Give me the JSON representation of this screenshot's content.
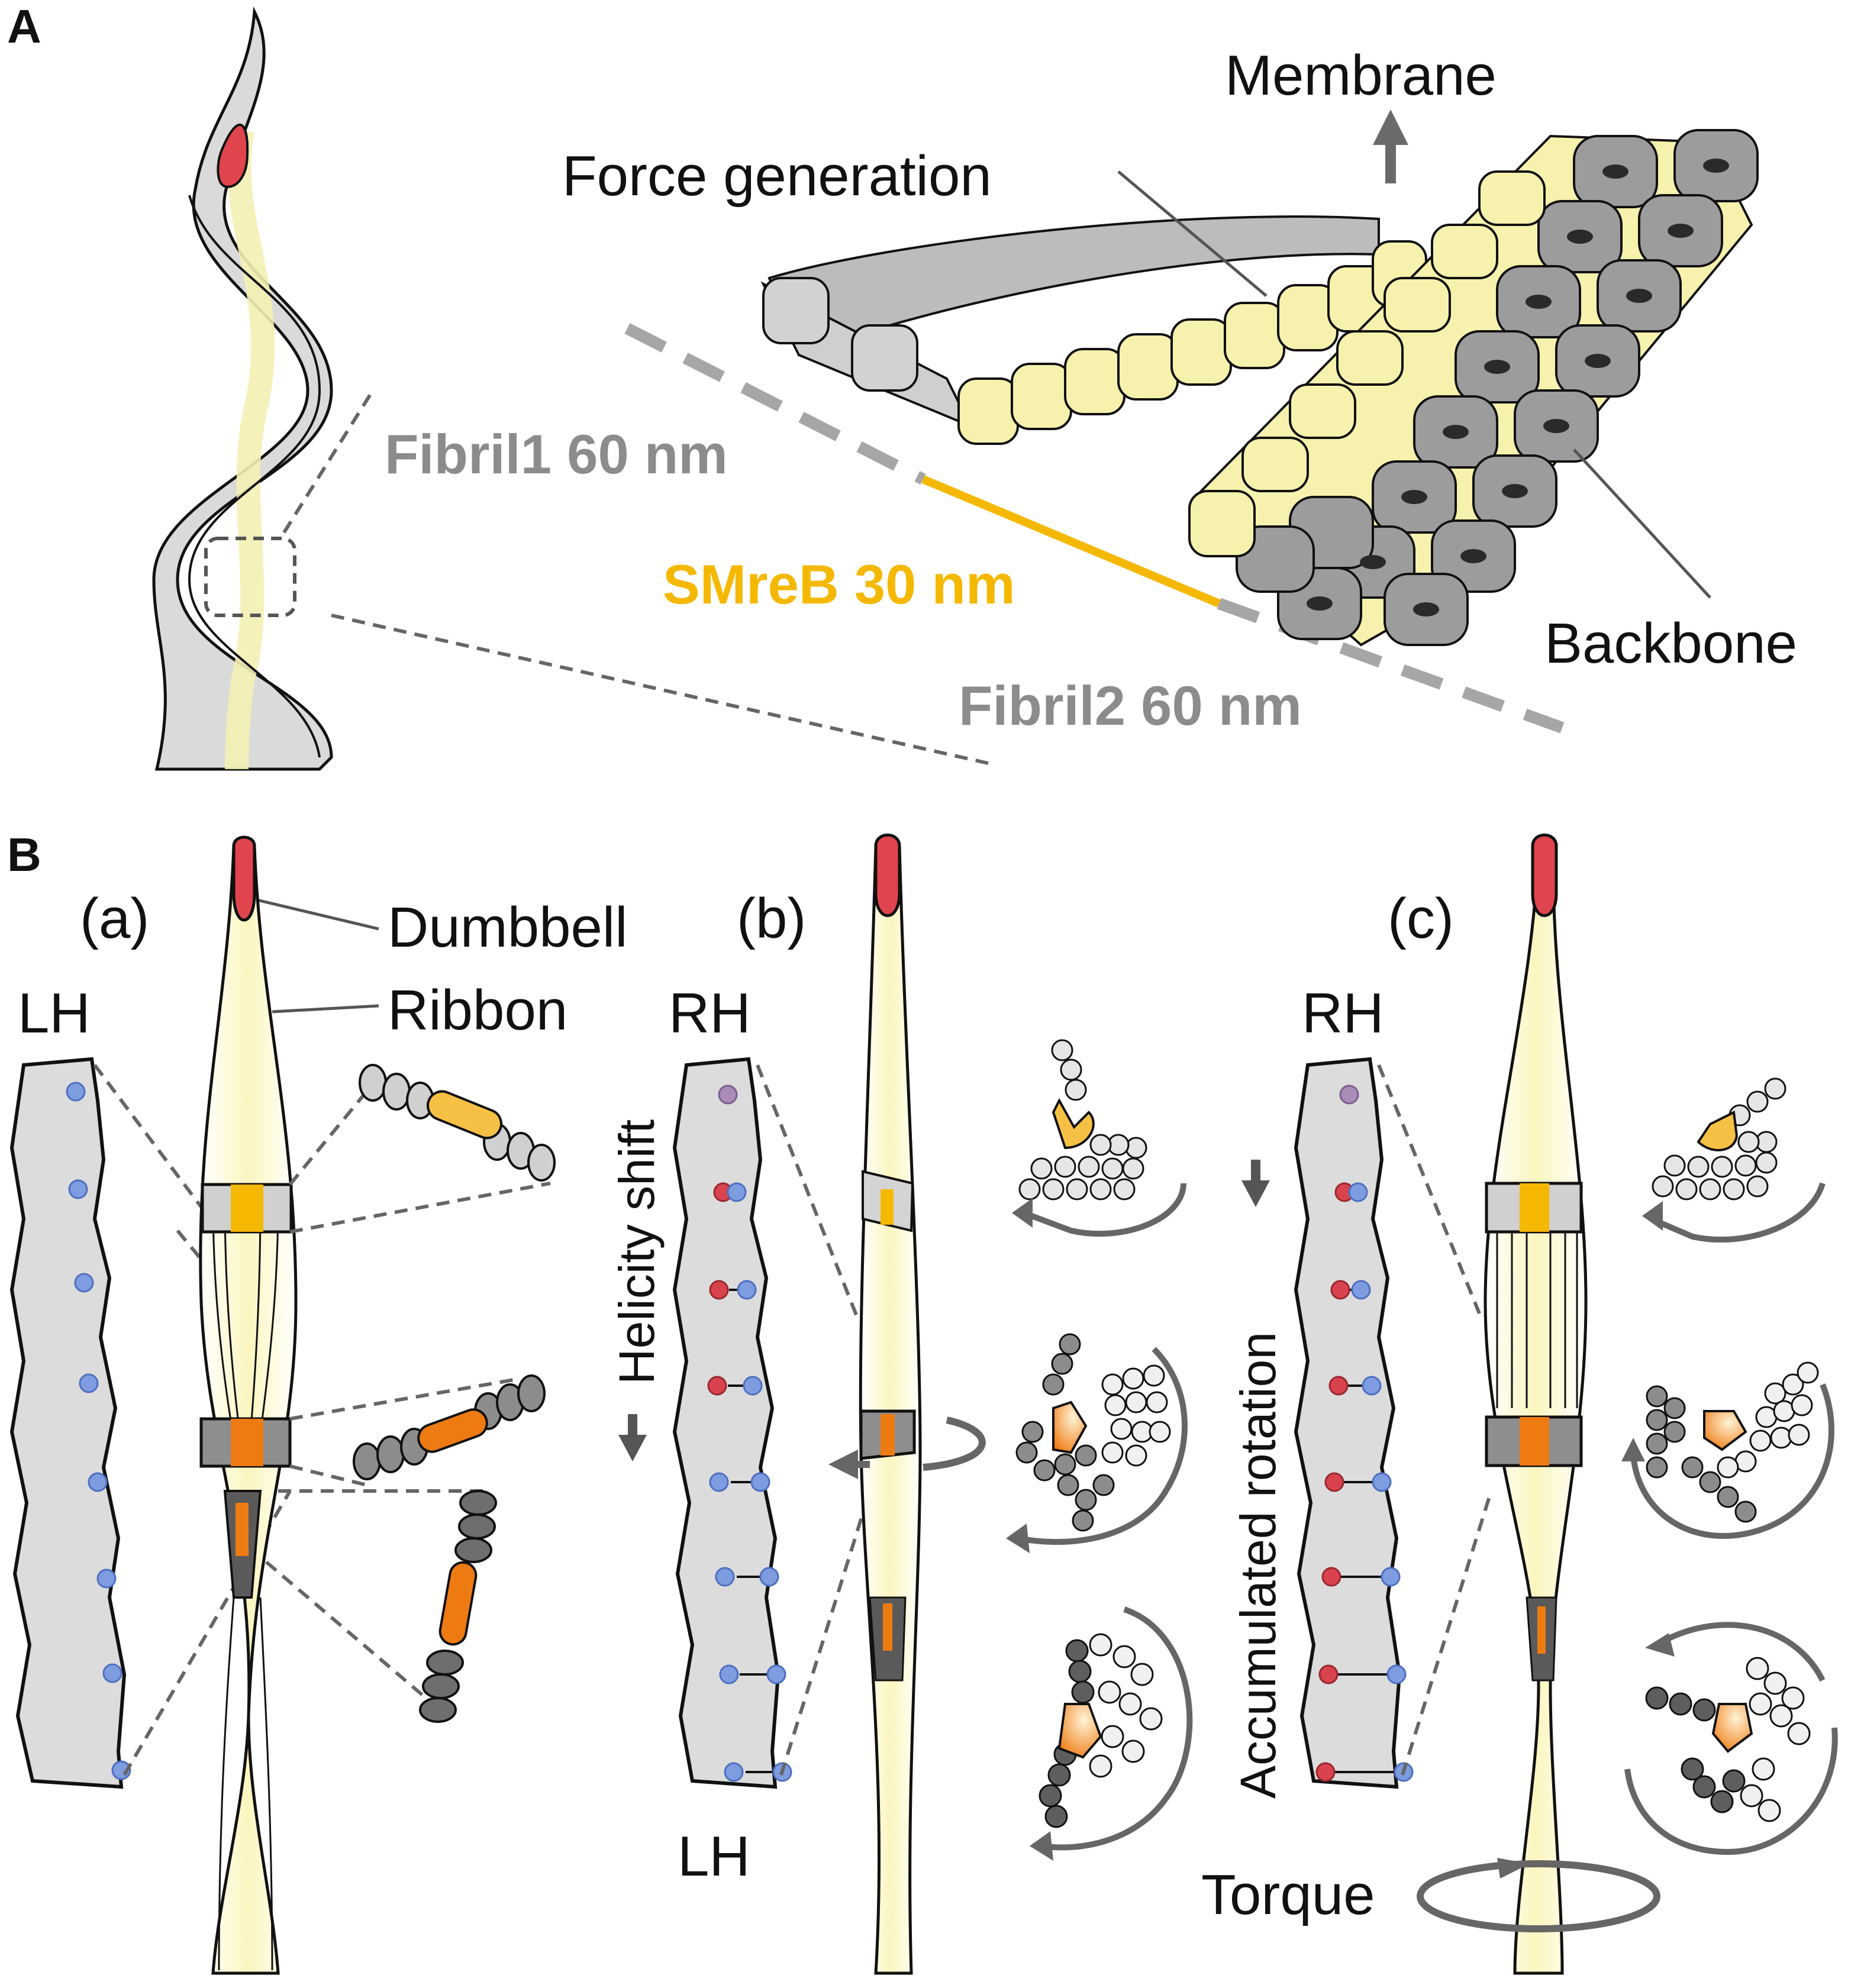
{
  "panels": {
    "a": "A",
    "b": "B"
  },
  "panel_a": {
    "membrane": "Membrane",
    "force_generation": "Force generation",
    "fibril1": "Fibril1 60 nm",
    "smreb": "SMreB 30 nm",
    "fibril2": "Fibril2 60 nm",
    "backbone": "Backbone"
  },
  "panel_b": {
    "sub_a": "(a)",
    "sub_b": "(b)",
    "sub_c": "(c)",
    "dumbbell": "Dumbbell",
    "ribbon": "Ribbon",
    "lh_a": "LH",
    "rh_b": "RH",
    "lh_b": "LH",
    "rh_c": "RH",
    "helicity_shift": "Helicity shift",
    "accumulated_rotation": "Accumulated rotation",
    "torque": "Torque"
  },
  "colors": {
    "dumbbell_red": "#e0444d",
    "ribbon_yellow": "#fbf7c4",
    "smreb_orange": "#f5b800",
    "dark_orange": "#ee7a12",
    "subunit_gray": "#c9c9c9",
    "subunit_yellow": "#f4efa8",
    "label_gray": "#8c8c8c",
    "site_blue": "#6f8fd6",
    "site_red": "#d8434d"
  }
}
